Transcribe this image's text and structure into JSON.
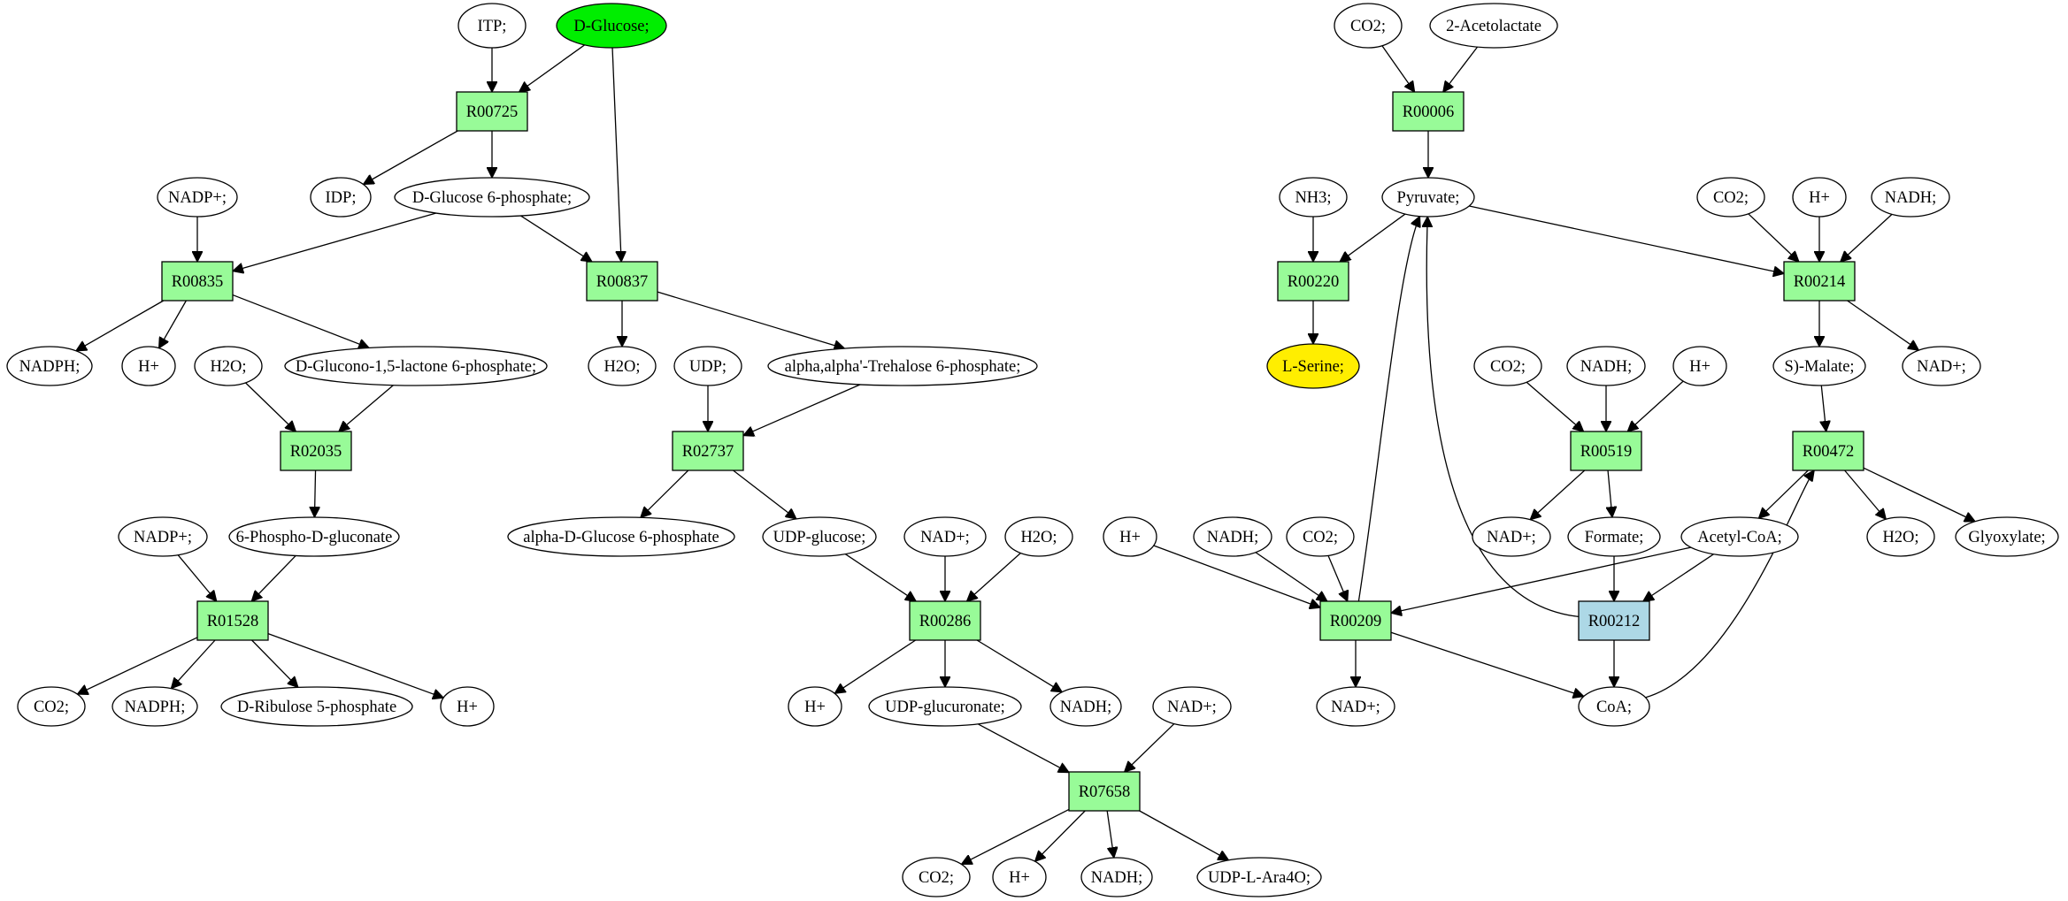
{
  "colors": {
    "metabolite": "#ffffff",
    "reaction": "#98fb98",
    "reaction_alt": "#add8e6",
    "start": "#00ee00",
    "target": "#ffee00"
  },
  "nodes": [
    {
      "id": "itp",
      "label": "ITP;",
      "kind": "metabolite"
    },
    {
      "id": "dglc",
      "label": "D-Glucose;",
      "kind": "start"
    },
    {
      "id": "R00725",
      "label": "R00725",
      "kind": "reaction"
    },
    {
      "id": "idp",
      "label": "IDP;",
      "kind": "metabolite"
    },
    {
      "id": "g6p",
      "label": "D-Glucose 6-phosphate;",
      "kind": "metabolite"
    },
    {
      "id": "nadp1",
      "label": "NADP+;",
      "kind": "metabolite"
    },
    {
      "id": "R00835",
      "label": "R00835",
      "kind": "reaction"
    },
    {
      "id": "R00837",
      "label": "R00837",
      "kind": "reaction"
    },
    {
      "id": "nadph1",
      "label": "NADPH;",
      "kind": "metabolite"
    },
    {
      "id": "h1",
      "label": "H+",
      "kind": "metabolite"
    },
    {
      "id": "h2o1",
      "label": "H2O;",
      "kind": "metabolite"
    },
    {
      "id": "glcl",
      "label": "D-Glucono-1,5-lactone 6-phosphate;",
      "kind": "metabolite"
    },
    {
      "id": "h2o2",
      "label": "H2O;",
      "kind": "metabolite"
    },
    {
      "id": "udp",
      "label": "UDP;",
      "kind": "metabolite"
    },
    {
      "id": "tre6p",
      "label": "alpha,alpha'-Trehalose 6-phosphate;",
      "kind": "metabolite"
    },
    {
      "id": "R02035",
      "label": "R02035",
      "kind": "reaction"
    },
    {
      "id": "R02737",
      "label": "R02737",
      "kind": "reaction"
    },
    {
      "id": "nadp2",
      "label": "NADP+;",
      "kind": "metabolite"
    },
    {
      "id": "pgn",
      "label": "6-Phospho-D-gluconate",
      "kind": "metabolite"
    },
    {
      "id": "ag6p",
      "label": "alpha-D-Glucose 6-phosphate",
      "kind": "metabolite"
    },
    {
      "id": "udpg",
      "label": "UDP-glucose;",
      "kind": "metabolite"
    },
    {
      "id": "nad1",
      "label": "NAD+;",
      "kind": "metabolite"
    },
    {
      "id": "h2o3",
      "label": "H2O;",
      "kind": "metabolite"
    },
    {
      "id": "R01528",
      "label": "R01528",
      "kind": "reaction"
    },
    {
      "id": "R00286",
      "label": "R00286",
      "kind": "reaction"
    },
    {
      "id": "co2a",
      "label": "CO2;",
      "kind": "metabolite"
    },
    {
      "id": "nadph2",
      "label": "NADPH;",
      "kind": "metabolite"
    },
    {
      "id": "ru5p",
      "label": "D-Ribulose 5-phosphate",
      "kind": "metabolite"
    },
    {
      "id": "h2",
      "label": "H+",
      "kind": "metabolite"
    },
    {
      "id": "h3",
      "label": "H+",
      "kind": "metabolite"
    },
    {
      "id": "udpgluc",
      "label": "UDP-glucuronate;",
      "kind": "metabolite"
    },
    {
      "id": "nadh1",
      "label": "NADH;",
      "kind": "metabolite"
    },
    {
      "id": "nad2",
      "label": "NAD+;",
      "kind": "metabolite"
    },
    {
      "id": "R07658",
      "label": "R07658",
      "kind": "reaction"
    },
    {
      "id": "co2b",
      "label": "CO2;",
      "kind": "metabolite"
    },
    {
      "id": "h4",
      "label": "H+",
      "kind": "metabolite"
    },
    {
      "id": "nadh2",
      "label": "NADH;",
      "kind": "metabolite"
    },
    {
      "id": "udpara",
      "label": "UDP-L-Ara4O;",
      "kind": "metabolite"
    },
    {
      "id": "co2c",
      "label": "CO2;",
      "kind": "metabolite"
    },
    {
      "id": "acl",
      "label": "2-Acetolactate",
      "kind": "metabolite"
    },
    {
      "id": "R00006",
      "label": "R00006",
      "kind": "reaction"
    },
    {
      "id": "nh3",
      "label": "NH3;",
      "kind": "metabolite"
    },
    {
      "id": "pyr",
      "label": "Pyruvate;",
      "kind": "metabolite"
    },
    {
      "id": "co2d",
      "label": "CO2;",
      "kind": "metabolite"
    },
    {
      "id": "h5",
      "label": "H+",
      "kind": "metabolite"
    },
    {
      "id": "nadh3",
      "label": "NADH;",
      "kind": "metabolite"
    },
    {
      "id": "R00220",
      "label": "R00220",
      "kind": "reaction"
    },
    {
      "id": "R00214",
      "label": "R00214",
      "kind": "reaction"
    },
    {
      "id": "lser",
      "label": "L-Serine;",
      "kind": "target"
    },
    {
      "id": "co2e",
      "label": "CO2;",
      "kind": "metabolite"
    },
    {
      "id": "nadh4",
      "label": "NADH;",
      "kind": "metabolite"
    },
    {
      "id": "h6",
      "label": "H+",
      "kind": "metabolite"
    },
    {
      "id": "smal",
      "label": "S)-Malate;",
      "kind": "metabolite"
    },
    {
      "id": "nad3",
      "label": "NAD+;",
      "kind": "metabolite"
    },
    {
      "id": "R00519",
      "label": "R00519",
      "kind": "reaction"
    },
    {
      "id": "R00472",
      "label": "R00472",
      "kind": "reaction"
    },
    {
      "id": "h7",
      "label": "H+",
      "kind": "metabolite"
    },
    {
      "id": "nadh5",
      "label": "NADH;",
      "kind": "metabolite"
    },
    {
      "id": "co2f",
      "label": "CO2;",
      "kind": "metabolite"
    },
    {
      "id": "nad4",
      "label": "NAD+;",
      "kind": "metabolite"
    },
    {
      "id": "formate",
      "label": "Formate;",
      "kind": "metabolite"
    },
    {
      "id": "accoa",
      "label": "Acetyl-CoA;",
      "kind": "metabolite"
    },
    {
      "id": "h2o4",
      "label": "H2O;",
      "kind": "metabolite"
    },
    {
      "id": "glyox",
      "label": "Glyoxylate;",
      "kind": "metabolite"
    },
    {
      "id": "R00209",
      "label": "R00209",
      "kind": "reaction"
    },
    {
      "id": "R00212",
      "label": "R00212",
      "kind": "reaction_alt"
    },
    {
      "id": "nad5",
      "label": "NAD+;",
      "kind": "metabolite"
    },
    {
      "id": "coa",
      "label": "CoA;",
      "kind": "metabolite"
    }
  ],
  "edges": [
    [
      "itp",
      "R00725"
    ],
    [
      "dglc",
      "R00725"
    ],
    [
      "dglc",
      "R00837"
    ],
    [
      "R00725",
      "idp"
    ],
    [
      "R00725",
      "g6p"
    ],
    [
      "g6p",
      "R00835"
    ],
    [
      "g6p",
      "R00837"
    ],
    [
      "nadp1",
      "R00835"
    ],
    [
      "R00835",
      "nadph1"
    ],
    [
      "R00835",
      "h1"
    ],
    [
      "R00835",
      "glcl"
    ],
    [
      "R00837",
      "h2o2"
    ],
    [
      "R00837",
      "tre6p"
    ],
    [
      "h2o1",
      "R02035"
    ],
    [
      "glcl",
      "R02035"
    ],
    [
      "R02035",
      "pgn"
    ],
    [
      "udp",
      "R02737"
    ],
    [
      "tre6p",
      "R02737"
    ],
    [
      "R02737",
      "ag6p"
    ],
    [
      "R02737",
      "udpg"
    ],
    [
      "nadp2",
      "R01528"
    ],
    [
      "pgn",
      "R01528"
    ],
    [
      "R01528",
      "co2a"
    ],
    [
      "R01528",
      "nadph2"
    ],
    [
      "R01528",
      "ru5p"
    ],
    [
      "R01528",
      "h2"
    ],
    [
      "udpg",
      "R00286"
    ],
    [
      "nad1",
      "R00286"
    ],
    [
      "h2o3",
      "R00286"
    ],
    [
      "R00286",
      "h3"
    ],
    [
      "R00286",
      "udpgluc"
    ],
    [
      "R00286",
      "nadh1"
    ],
    [
      "udpgluc",
      "R07658"
    ],
    [
      "nad2",
      "R07658"
    ],
    [
      "R07658",
      "co2b"
    ],
    [
      "R07658",
      "h4"
    ],
    [
      "R07658",
      "nadh2"
    ],
    [
      "R07658",
      "udpara"
    ],
    [
      "co2c",
      "R00006"
    ],
    [
      "acl",
      "R00006"
    ],
    [
      "R00006",
      "pyr"
    ],
    [
      "nh3",
      "R00220"
    ],
    [
      "pyr",
      "R00220"
    ],
    [
      "R00220",
      "lser"
    ],
    [
      "pyr",
      "R00214"
    ],
    [
      "co2d",
      "R00214"
    ],
    [
      "h5",
      "R00214"
    ],
    [
      "nadh3",
      "R00214"
    ],
    [
      "R00214",
      "smal"
    ],
    [
      "R00214",
      "nad3"
    ],
    [
      "co2e",
      "R00519"
    ],
    [
      "nadh4",
      "R00519"
    ],
    [
      "h6",
      "R00519"
    ],
    [
      "R00519",
      "nad4"
    ],
    [
      "R00519",
      "formate"
    ],
    [
      "smal",
      "R00472"
    ],
    [
      "R00472",
      "accoa"
    ],
    [
      "R00472",
      "h2o4"
    ],
    [
      "R00472",
      "glyox"
    ],
    [
      "h7",
      "R00209"
    ],
    [
      "nadh5",
      "R00209"
    ],
    [
      "co2f",
      "R00209"
    ],
    [
      "accoa",
      "R00209"
    ],
    [
      "R00209",
      "pyr"
    ],
    [
      "R00209",
      "nad5"
    ],
    [
      "R00209",
      "coa"
    ],
    [
      "formate",
      "R00212"
    ],
    [
      "accoa",
      "R00212"
    ],
    [
      "R00212",
      "pyr"
    ],
    [
      "R00212",
      "coa"
    ],
    [
      "coa",
      "R00472"
    ]
  ]
}
